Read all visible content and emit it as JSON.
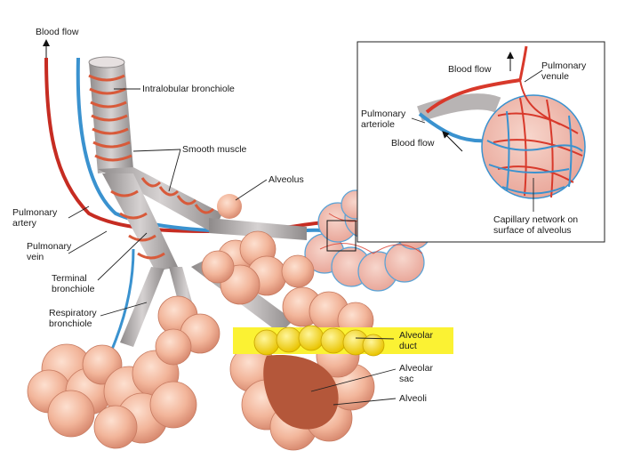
{
  "labels": {
    "blood_flow_left": "Blood flow",
    "intralobular_bronchiole": "Intralobular bronchiole",
    "smooth_muscle": "Smooth muscle",
    "alveolus": "Alveolus",
    "pulmonary_artery_1": "Pulmonary",
    "pulmonary_artery_2": "artery",
    "pulmonary_vein_1": "Pulmonary",
    "pulmonary_vein_2": "vein",
    "terminal_bronchiole_1": "Terminal",
    "terminal_bronchiole_2": "bronchiole",
    "respiratory_bronchiole_1": "Respiratory",
    "respiratory_bronchiole_2": "bronchiole",
    "alveolar_duct_1": "Alveolar",
    "alveolar_duct_2": "duct",
    "alveolar_sac_1": "Alveolar",
    "alveolar_sac_2": "sac",
    "alveoli": "Alveoli"
  },
  "inset": {
    "blood_flow_top": "Blood flow",
    "pulmonary_venule_1": "Pulmonary",
    "pulmonary_venule_2": "venule",
    "pulmonary_arteriole_1": "Pulmonary",
    "pulmonary_arteriole_2": "arteriole",
    "blood_flow_bottom": "Blood flow",
    "capillary_1": "Capillary network on",
    "capillary_2": "surface of alveolus"
  },
  "colors": {
    "artery": "#d8392b",
    "vein": "#3a92cf",
    "alveoli_fill": "#f2b59a",
    "highlight": "#fbf233",
    "bronchiole": "#b9b4b4"
  }
}
